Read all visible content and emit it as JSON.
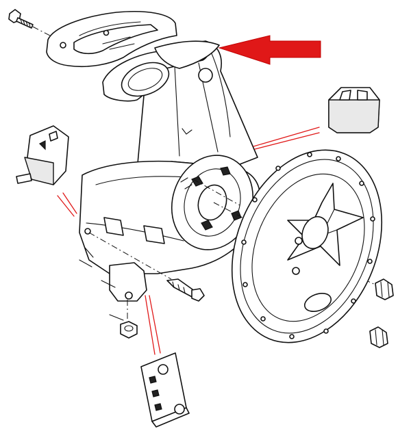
{
  "diagram": {
    "labels": [],
    "colors": {
      "line": "#111111",
      "fill": "#ffffff",
      "shade": "#e9e9e9",
      "highlight_arrow": "#e01818",
      "leader_lines": "#e01818"
    },
    "parts": [
      "bolt-top",
      "upper-bracket",
      "wheel-hub-housing",
      "seal-cover-left",
      "seal-cover-right",
      "wheel-disc",
      "lug-nut-right-upper",
      "lug-nut-right-lower",
      "bolt-lower",
      "nut-lower",
      "mounting-bracket-bottom"
    ],
    "icons": [
      "arrow-left-icon"
    ]
  }
}
